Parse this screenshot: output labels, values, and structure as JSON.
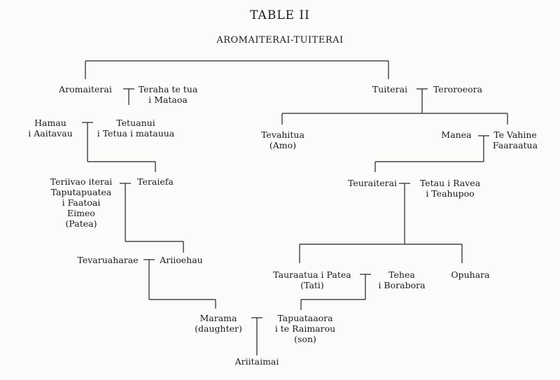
{
  "title": "TABLE II",
  "subtitle": "AROMAITERAI-TUITERAI",
  "nodes": {
    "aromaiterai": [
      "Aromaiterai"
    ],
    "teraha": [
      "Teraha te tua",
      "i Mataoa"
    ],
    "tuiterai": [
      "Tuiterai"
    ],
    "teroroeora": [
      "Teroroeora"
    ],
    "hamau": [
      "Hamau",
      "i Aaitavau"
    ],
    "tetuanui": [
      "Tetuanui",
      "i Tetua i matauua"
    ],
    "tevahitua": [
      "Tevahitua",
      "(Amo)"
    ],
    "manea": [
      "Manea"
    ],
    "te_vahine": [
      "Te Vahine",
      "Faaraatua"
    ],
    "teriivao": [
      "Teriivao iterai",
      "Taputapuatea",
      "i Faatoai",
      "Eimeo",
      "(Patea)"
    ],
    "teraiefa": [
      "Teraiefa"
    ],
    "teuraiterai": [
      "Teuraiterai"
    ],
    "tetau": [
      "Tetau i Ravea",
      "i Teahupoo"
    ],
    "tevaruaharae": [
      "Tevaruaharae"
    ],
    "ariioehau": [
      "Ariioehau"
    ],
    "tauraatua": [
      "Tauraatua i Patea",
      "(Tati)"
    ],
    "tehea": [
      "Tehea",
      "i Borabora"
    ],
    "opuhara": [
      "Opuhara"
    ],
    "marama": [
      "Marama",
      "(daughter)"
    ],
    "tapuataaora": [
      "Tapuataaora",
      "i te Raimarou",
      "(son)"
    ],
    "ariitaimai": [
      "Ariitaimai"
    ]
  }
}
